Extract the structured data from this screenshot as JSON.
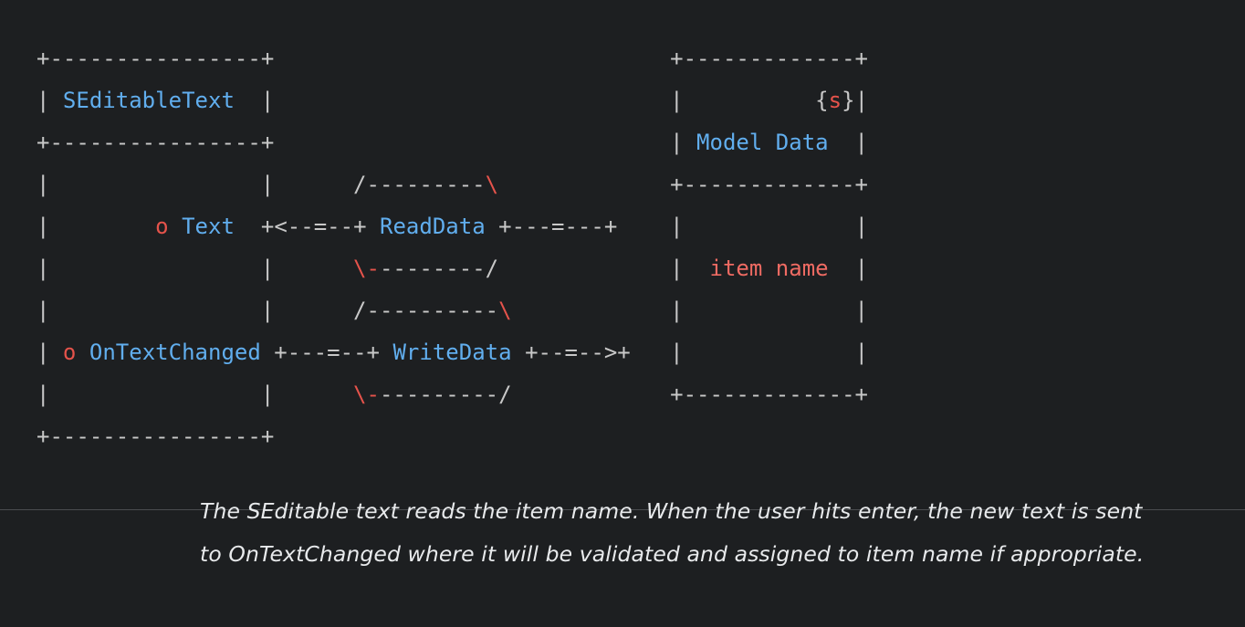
{
  "theme": {
    "background": "#1d1f21",
    "default_text": "#c8c8c8",
    "blue": "#61aeee",
    "red": "#e5534b",
    "salmon": "#ef6b63",
    "divider": "#4a4d50",
    "caption_text": "#e8eaec"
  },
  "diagram": {
    "type": "ascii-art",
    "left_box": {
      "title": "SEditableText",
      "border_top": "+----------------+",
      "border_mid": "+----------------+",
      "border_bottom": "+----------------+",
      "ports": [
        {
          "marker": "o",
          "label": "Text"
        },
        {
          "marker": "o",
          "label": "OnTextChanged"
        }
      ]
    },
    "right_box": {
      "stereotype": "{s}",
      "title": "Model Data",
      "border_top": "+-------------+",
      "border_mid": "+-------------+",
      "border_bottom": "+-------------+",
      "fields": [
        "item name"
      ]
    },
    "connectors": [
      {
        "name": "ReadData",
        "arc_top": "/---------\\",
        "arc_bottom": "\\---------/",
        "left": "+<--=--+",
        "right": "+---=---+"
      },
      {
        "name": "WriteData",
        "arc_top": "/----------\\",
        "arc_bottom": "\\----------/",
        "left": "+---=--+",
        "right": "+--=-->+"
      }
    ],
    "lines": [
      [
        {
          "t": "+----------------+",
          "c": "grey"
        }
      ],
      [
        {
          "t": "| ",
          "c": "grey"
        },
        {
          "t": "SEditableText",
          "c": "blue"
        },
        {
          "t": "  |",
          "c": "grey"
        }
      ],
      [
        {
          "t": "+----------------+",
          "c": "grey"
        }
      ],
      [
        {
          "t": "|                |      /---------",
          "c": "grey"
        },
        {
          "t": "\\",
          "c": "red"
        }
      ],
      [
        {
          "t": "|        ",
          "c": "grey"
        },
        {
          "t": "o",
          "c": "red"
        },
        {
          "t": " ",
          "c": "grey"
        },
        {
          "t": "Text",
          "c": "blue"
        },
        {
          "t": "  +<--=--+ ",
          "c": "grey"
        },
        {
          "t": "ReadData",
          "c": "blue"
        },
        {
          "t": " +---=---+",
          "c": "grey"
        }
      ],
      [
        {
          "t": "|                |      ",
          "c": "grey"
        },
        {
          "t": "\\-",
          "c": "red"
        },
        {
          "t": "--------/",
          "c": "grey"
        }
      ],
      [
        {
          "t": "|                |      /----------",
          "c": "grey"
        },
        {
          "t": "\\",
          "c": "red"
        }
      ],
      [
        {
          "t": "| ",
          "c": "grey"
        },
        {
          "t": "o",
          "c": "red"
        },
        {
          "t": " ",
          "c": "grey"
        },
        {
          "t": "OnTextChanged",
          "c": "blue"
        },
        {
          "t": " +---=--+ ",
          "c": "grey"
        },
        {
          "t": "WriteData",
          "c": "blue"
        },
        {
          "t": " +--=-->+",
          "c": "grey"
        }
      ],
      [
        {
          "t": "|                |      ",
          "c": "grey"
        },
        {
          "t": "\\-",
          "c": "red"
        },
        {
          "t": "---------/",
          "c": "grey"
        }
      ],
      [
        {
          "t": "+----------------+",
          "c": "grey"
        }
      ]
    ],
    "right_lines": [
      [
        {
          "t": "+-------------+",
          "c": "grey"
        }
      ],
      [
        {
          "t": "|          ",
          "c": "grey"
        },
        {
          "t": "{",
          "c": "grey"
        },
        {
          "t": "s",
          "c": "red"
        },
        {
          "t": "}",
          "c": "grey"
        },
        {
          "t": "|",
          "c": "grey"
        }
      ],
      [
        {
          "t": "| ",
          "c": "grey"
        },
        {
          "t": "Model Data",
          "c": "blue"
        },
        {
          "t": "  |",
          "c": "grey"
        }
      ],
      [
        {
          "t": "+-------------+",
          "c": "grey"
        }
      ],
      [
        {
          "t": "|             |",
          "c": "grey"
        }
      ],
      [
        {
          "t": "|  ",
          "c": "grey"
        },
        {
          "t": "item name",
          "c": "salmon"
        },
        {
          "t": "  |",
          "c": "grey"
        }
      ],
      [
        {
          "t": "|             |",
          "c": "grey"
        }
      ],
      [
        {
          "t": "|             |",
          "c": "grey"
        }
      ],
      [
        {
          "t": "+-------------+",
          "c": "grey"
        }
      ]
    ]
  },
  "caption": {
    "text": "The SEditable text reads the item name. When the user hits enter, the new text is sent to OnTextChanged where it will be validated and assigned to item name if appropriate."
  }
}
